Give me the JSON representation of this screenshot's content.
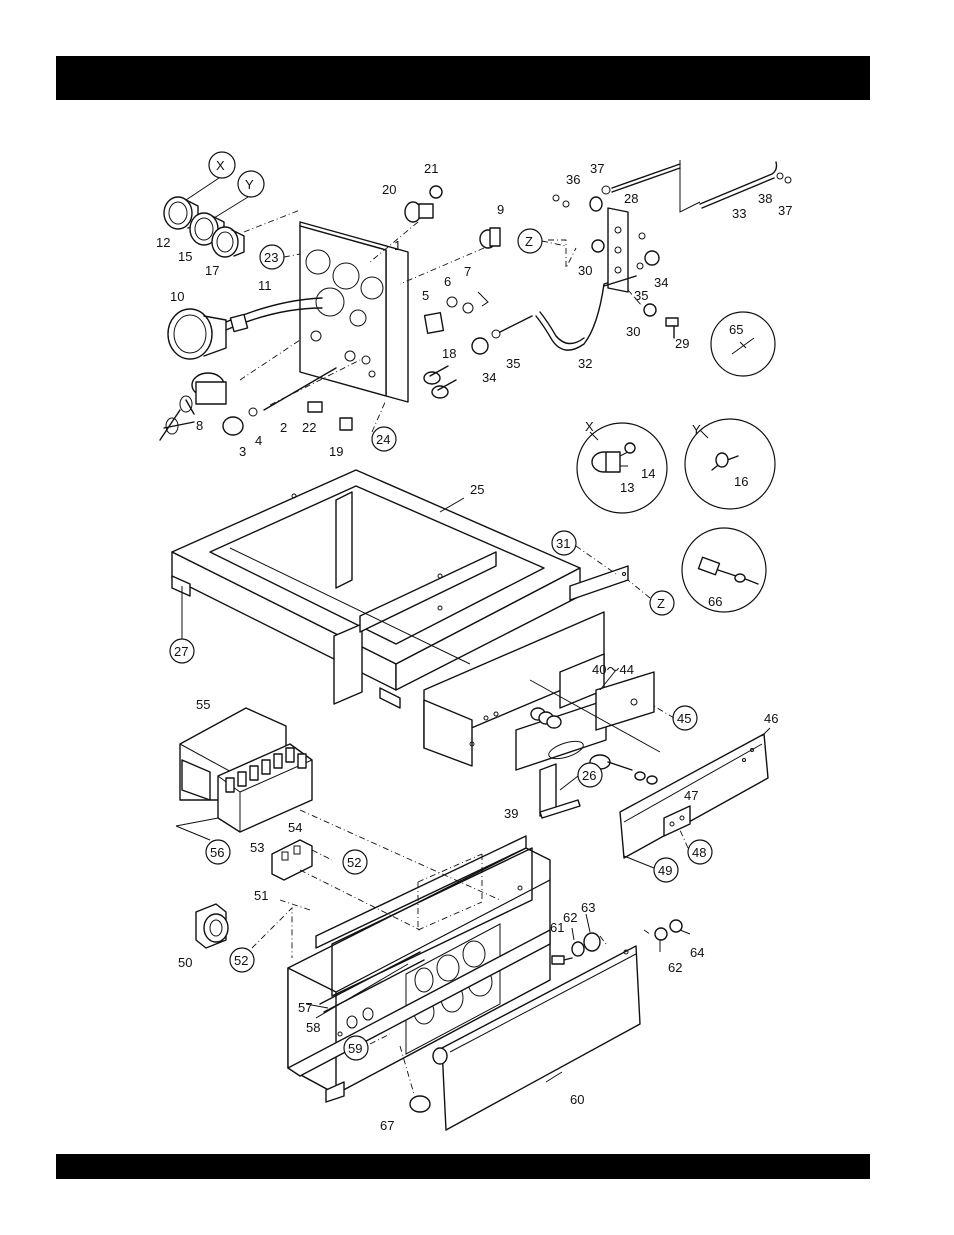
{
  "labels": {
    "X_top": "X",
    "Y_top": "Y",
    "p21": "21",
    "p20": "20",
    "p9": "9",
    "p37a": "37",
    "p36": "36",
    "p28": "28",
    "p38": "38",
    "p37b": "37",
    "p33": "33",
    "Z_top": "Z",
    "p30a": "30",
    "p34a": "34",
    "p35a": "35",
    "p30b": "30",
    "p29": "29",
    "p12": "12",
    "p15": "15",
    "p17": "17",
    "p23": "23",
    "p1": "1",
    "p10": "10",
    "p11": "11",
    "p5": "5",
    "p6": "6",
    "p7": "7",
    "p18": "18",
    "p34b": "34",
    "p35b": "35",
    "p32": "32",
    "p65": "65",
    "p8": "8",
    "p3": "3",
    "p4": "4",
    "p2": "2",
    "p22": "22",
    "p19": "19",
    "p24": "24",
    "X_det": "X",
    "p13": "13",
    "p14": "14",
    "Y_det": "Y",
    "p16": "16",
    "p25": "25",
    "p31": "31",
    "Z_mid": "Z",
    "p66": "66",
    "p27": "27",
    "p40_44": "40～44",
    "p45": "45",
    "p46": "46",
    "p47": "47",
    "p48": "48",
    "p49": "49",
    "p55": "55",
    "p54": "54",
    "p53": "53",
    "p56": "56",
    "p52a": "52",
    "p51": "51",
    "p26": "26",
    "p39": "39",
    "p50": "50",
    "p52b": "52",
    "p61": "61",
    "p62a": "62",
    "p63": "63",
    "p62b": "62",
    "p64": "64",
    "p57": "57",
    "p58": "58",
    "p59": "59",
    "p60": "60",
    "p67": "67"
  }
}
